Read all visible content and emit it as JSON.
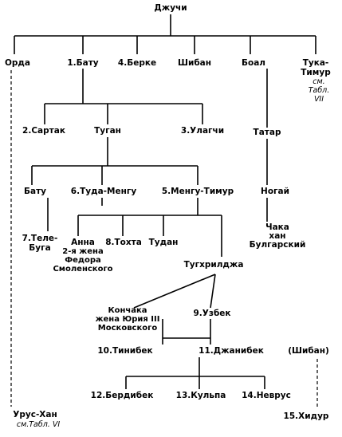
{
  "tree": {
    "root": "Джучи",
    "orda": "Орда",
    "batu": "1.Бату",
    "berke": "4.Берке",
    "shiban": "Шибан",
    "boal": "Боал",
    "tuka_timur": "Тука-\nТимур",
    "tuka_timur_note": "см.\nТабл. VII",
    "sartak": "2.Сартак",
    "tugan": "Туган",
    "ulagchi": "3.Улагчи",
    "tatar": "Татар",
    "batu2": "Бату",
    "tuda_mengu": "6.Туда-Менгу",
    "mengu_timur": "5.Менгу-Тимур",
    "nogai": "Ногай",
    "chaka": "Чака\nхан\nБулгарский",
    "tele_buga": "7.Теле-\nБуга",
    "anna": "Анна",
    "anna_note": "2-я жена\nФедора\nСмоленского",
    "tokhta": "8.Тохта",
    "tudan": "Тудан",
    "tugkhrilcha": "Тугхрилджа",
    "konchaka": "Кончака\nжена Юрия III\nМосковского",
    "uzbek": "9.Узбек",
    "tinibek": "10.Тинибек",
    "janibek": "11.Джанибек",
    "shiban2": "(Шибан)",
    "berdibek": "12.Бердибек",
    "kulpa": "13.Кульпа",
    "nevrus": "14.Неврус",
    "urus_khan": "Урус-Хан",
    "urus_note": "см.Табл. VI",
    "khidur": "15.Хидур"
  }
}
